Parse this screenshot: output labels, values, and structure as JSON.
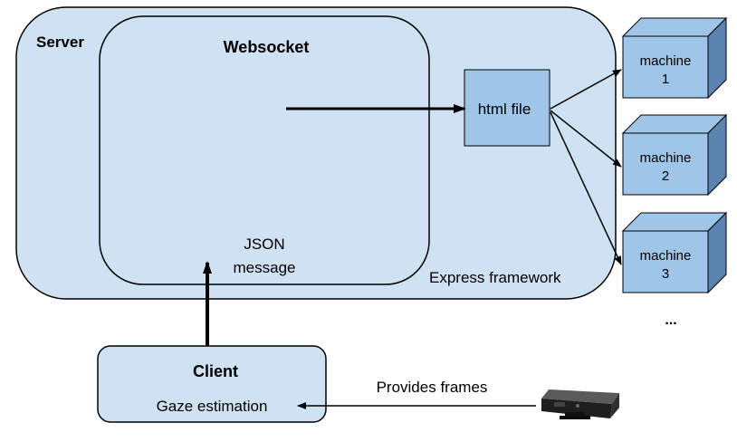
{
  "server": {
    "label": "Server",
    "framework_label": "Express framework"
  },
  "websocket": {
    "label": "Websocket",
    "message_line1": "JSON",
    "message_line2": "message"
  },
  "html_file": {
    "label": "html file"
  },
  "machines": [
    {
      "line1": "machine",
      "line2": "1"
    },
    {
      "line1": "machine",
      "line2": "2"
    },
    {
      "line1": "machine",
      "line2": "3"
    }
  ],
  "ellipsis": "...",
  "client": {
    "label": "Client",
    "function_label": "Gaze estimation"
  },
  "sensor": {
    "edge_label": "Provides frames",
    "icon": "depth-camera-icon"
  },
  "colors": {
    "box_fill": "#cfe2f3",
    "file_fill": "#9fc5e8",
    "stroke": "#000000"
  }
}
